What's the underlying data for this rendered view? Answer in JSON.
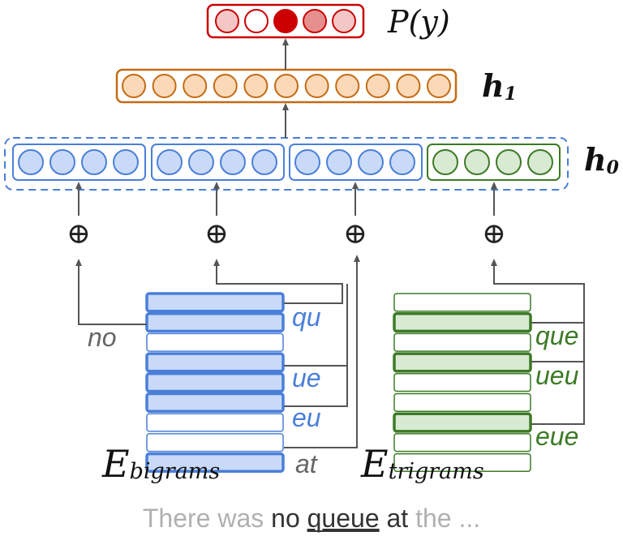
{
  "colors": {
    "red": "#cc0000",
    "red_fill": "#f4c7c7",
    "orange": "#c46a12",
    "orange_fill": "#fbd9b8",
    "blue": "#4a7fd9",
    "blue_fill": "#c9daf8",
    "green": "#3c7a26",
    "green_fill": "#d9ead3",
    "gray": "#555555",
    "label_gray": "#666666",
    "light_text": "#b0b0b0"
  },
  "output_layer": {
    "label": "P(y)",
    "unit_count": 5,
    "active_index": 2
  },
  "hidden_layer_1": {
    "label": "h",
    "subscript": "1",
    "unit_count": 11
  },
  "hidden_layer_0": {
    "label": "h",
    "subscript": "0",
    "groups": [
      {
        "units": 4,
        "color": "blue"
      },
      {
        "units": 4,
        "color": "blue"
      },
      {
        "units": 4,
        "color": "blue"
      },
      {
        "units": 4,
        "color": "green"
      }
    ]
  },
  "sum_operator": "⊕",
  "bigram_table": {
    "letter": "E",
    "subscript": "bigrams",
    "row_count": 9,
    "labels": [
      "no",
      "qu",
      "ue",
      "eu",
      "at"
    ]
  },
  "trigram_table": {
    "letter": "E",
    "subscript": "trigrams",
    "row_count": 9,
    "labels": [
      "que",
      "ueu",
      "eue"
    ]
  },
  "sentence": {
    "prefix": "There was ",
    "word_no": "no",
    "space1": " ",
    "word_queue": "queue",
    "space2": " ",
    "word_at": "at",
    "suffix": " the ..."
  }
}
